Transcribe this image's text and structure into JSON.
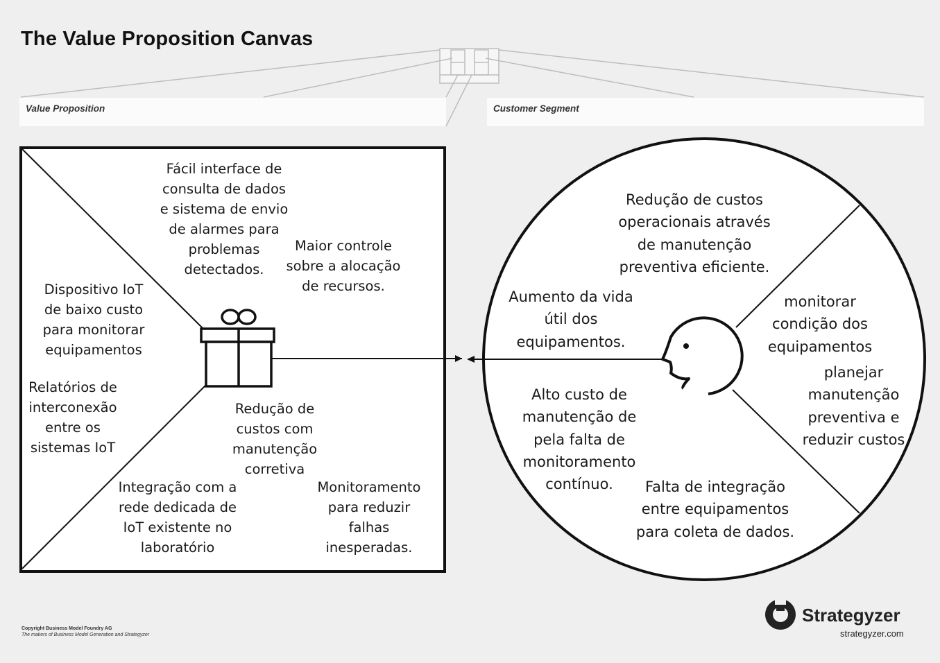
{
  "title": "The Value Proposition Canvas",
  "headers": {
    "value_proposition": "Value Proposition",
    "customer_segment": "Customer Segment"
  },
  "value_map": {
    "gain_creators": [
      "Fácil interface de consulta de dados e sistema de envio de alarmes para problemas detectados.",
      "Maior controle sobre a alocação de recursos."
    ],
    "products_services": [
      "Dispositivo IoT de baixo custo para monitorar equipamentos",
      "Relatórios de interconexão entre os sistemas IoT",
      "Integração com a rede dedicada de IoT existente no laboratório"
    ],
    "pain_relievers": [
      "Redução de custos com manutenção corretiva",
      "Monitoramento para reduzir falhas inesperadas."
    ]
  },
  "customer_profile": {
    "gains": [
      "Redução de custos operacionais através de manutenção preventiva eficiente.",
      "Aumento da vida útil dos equipamentos."
    ],
    "customer_jobs": [
      "monitorar condição dos equipamentos",
      "planejar manutenção preventiva e reduzir custos"
    ],
    "pains": [
      "Alto custo de manutenção de pela falta de monitoramento contínuo.",
      "Falta de integração entre equipamentos para coleta de dados."
    ]
  },
  "footer": {
    "copyright": "Copyright Business Model Foundry AG",
    "makers": "The makers of Business Model Generation and Strategyzer",
    "brand": "Strategyzer",
    "url": "strategyzer.com"
  },
  "icons": {
    "value_map": "gift-icon",
    "customer_profile": "face-icon",
    "logo": "strategyzer-logo-icon"
  }
}
